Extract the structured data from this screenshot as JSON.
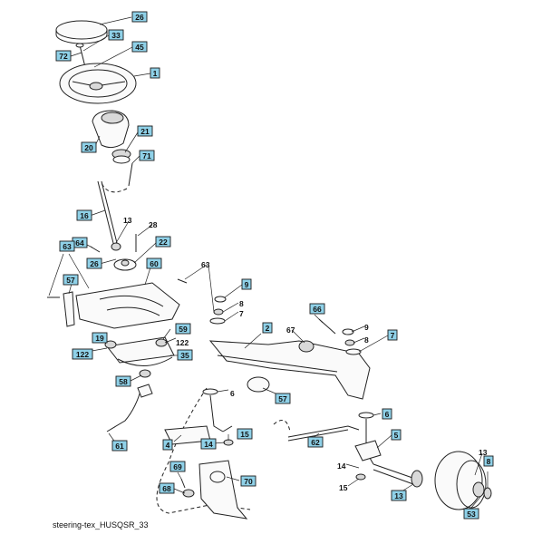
{
  "caption": "steering-tex_HUSQSR_33",
  "callouts": [
    {
      "id": "c26a",
      "label": "26",
      "boxed": true
    },
    {
      "id": "c33",
      "label": "33",
      "boxed": true
    },
    {
      "id": "c72",
      "label": "72",
      "boxed": true
    },
    {
      "id": "c45",
      "label": "45",
      "boxed": true
    },
    {
      "id": "c1",
      "label": "1",
      "boxed": true
    },
    {
      "id": "c21",
      "label": "21",
      "boxed": true
    },
    {
      "id": "c20",
      "label": "20",
      "boxed": true
    },
    {
      "id": "c71",
      "label": "71",
      "boxed": true
    },
    {
      "id": "c16",
      "label": "16",
      "boxed": true
    },
    {
      "id": "c13a",
      "label": "13",
      "boxed": false
    },
    {
      "id": "c28",
      "label": "28",
      "boxed": false
    },
    {
      "id": "c22",
      "label": "22",
      "boxed": true
    },
    {
      "id": "c64",
      "label": "64",
      "boxed": true
    },
    {
      "id": "c26b",
      "label": "26",
      "boxed": true
    },
    {
      "id": "c63a",
      "label": "63",
      "boxed": true
    },
    {
      "id": "c60",
      "label": "60",
      "boxed": true
    },
    {
      "id": "c63b",
      "label": "63",
      "boxed": false
    },
    {
      "id": "c57a",
      "label": "57",
      "boxed": true
    },
    {
      "id": "c9a",
      "label": "9",
      "boxed": true
    },
    {
      "id": "c8a",
      "label": "8",
      "boxed": false
    },
    {
      "id": "c7a",
      "label": "7",
      "boxed": false
    },
    {
      "id": "c66",
      "label": "66",
      "boxed": true
    },
    {
      "id": "c2",
      "label": "2",
      "boxed": true
    },
    {
      "id": "c67",
      "label": "67",
      "boxed": false
    },
    {
      "id": "c9b",
      "label": "9",
      "boxed": false
    },
    {
      "id": "c8b",
      "label": "8",
      "boxed": false
    },
    {
      "id": "c7b",
      "label": "7",
      "boxed": true
    },
    {
      "id": "c19",
      "label": "19",
      "boxed": true
    },
    {
      "id": "c59",
      "label": "59",
      "boxed": true
    },
    {
      "id": "c122a",
      "label": "122",
      "boxed": false
    },
    {
      "id": "c122b",
      "label": "122",
      "boxed": true
    },
    {
      "id": "c35",
      "label": "35",
      "boxed": true
    },
    {
      "id": "c58",
      "label": "58",
      "boxed": true
    },
    {
      "id": "c6a",
      "label": "6",
      "boxed": false
    },
    {
      "id": "c57b",
      "label": "57",
      "boxed": true
    },
    {
      "id": "c6b",
      "label": "6",
      "boxed": true
    },
    {
      "id": "c5",
      "label": "5",
      "boxed": true
    },
    {
      "id": "c62",
      "label": "62",
      "boxed": true
    },
    {
      "id": "c61",
      "label": "61",
      "boxed": true
    },
    {
      "id": "c4",
      "label": "4",
      "boxed": true
    },
    {
      "id": "c14a",
      "label": "14",
      "boxed": true
    },
    {
      "id": "c15a",
      "label": "15",
      "boxed": true
    },
    {
      "id": "c69",
      "label": "69",
      "boxed": true
    },
    {
      "id": "c70",
      "label": "70",
      "boxed": true
    },
    {
      "id": "c68",
      "label": "68",
      "boxed": true
    },
    {
      "id": "c14b",
      "label": "14",
      "boxed": false
    },
    {
      "id": "c15b",
      "label": "15",
      "boxed": false
    },
    {
      "id": "c13b",
      "label": "13",
      "boxed": false
    },
    {
      "id": "c8c",
      "label": "8",
      "boxed": true
    },
    {
      "id": "c13c",
      "label": "13",
      "boxed": true
    },
    {
      "id": "c53",
      "label": "53",
      "boxed": true
    }
  ]
}
